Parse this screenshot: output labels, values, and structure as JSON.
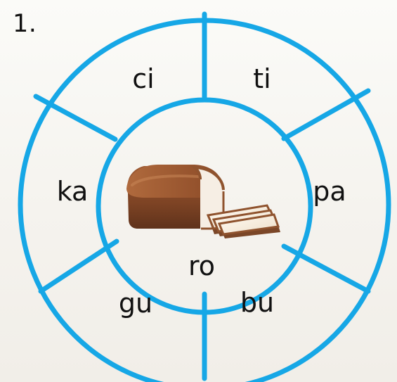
{
  "exercise_number": "1.",
  "center_image": "bread-loaf",
  "center_label": "ro",
  "syllables": {
    "top_left": "ci",
    "top_right": "ti",
    "right": "pa",
    "bottom_right": "bu",
    "bottom_left": "gu",
    "left": "ka"
  },
  "colors": {
    "ring": "#16a7e6",
    "bread_crust": "#8b4c2a",
    "bread_crumb": "#f2e6d3"
  }
}
